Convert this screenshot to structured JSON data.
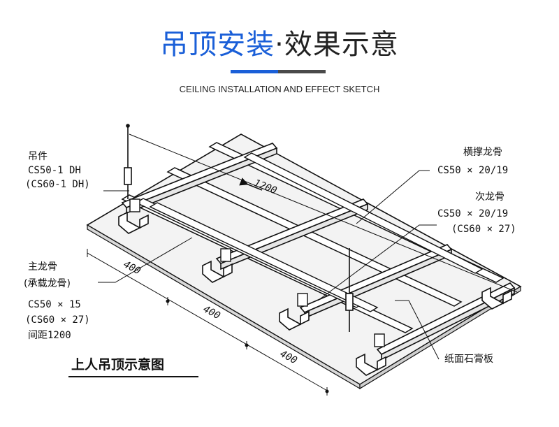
{
  "header": {
    "title_blue": "吊顶安装",
    "separator": "·",
    "title_dark": "效果示意",
    "subtitle": "CEILING INSTALLATION AND EFFECT SKETCH",
    "accent_color": "#1a5fd8",
    "dark_color": "#4a4a4a"
  },
  "diagram": {
    "hanger": {
      "name": "吊件",
      "spec1": "CS50-1 DH",
      "spec2": "(CS60-1 DH)"
    },
    "cross_keel": {
      "name": "横撑龙骨",
      "spec1": "CS50 × 20/19"
    },
    "secondary_keel": {
      "name": "次龙骨",
      "spec1": "CS50 × 20/19",
      "spec2": "(CS60 × 27)"
    },
    "main_keel": {
      "name": "主龙骨",
      "name2": "(承载龙骨)",
      "spec1": "CS50 × 15",
      "spec2": "(CS60 × 27)",
      "spacing": "间距1200"
    },
    "gypsum_board": {
      "name": "纸面石膏板"
    },
    "diagonal_dimension": "1200",
    "dimensions": [
      "400",
      "400",
      "400"
    ],
    "caption": "上人吊顶示意图"
  }
}
